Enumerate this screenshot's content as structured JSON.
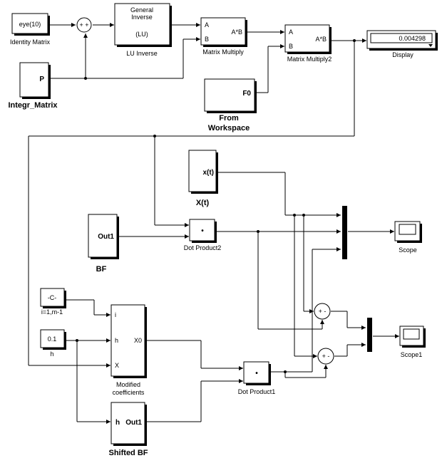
{
  "blocks": {
    "identity": {
      "content": "eye(10)",
      "label": "Identity Matrix"
    },
    "integr": {
      "content": "P",
      "label": "Integr_Matrix"
    },
    "sum1": {
      "signs": "+ +"
    },
    "lu": {
      "line1": "General",
      "line2": "Inverse",
      "line3": "(LU)",
      "label": "LU Inverse"
    },
    "mm1": {
      "in_a": "A",
      "in_b": "B",
      "op": "A*B",
      "label": "Matrix Multiply"
    },
    "mm2": {
      "in_a": "A",
      "in_b": "B",
      "op": "A*B",
      "label": "Matrix Multiply2"
    },
    "display": {
      "value": "0.004298",
      "label": "Display"
    },
    "fromws": {
      "content": "F0",
      "label_line1": "From",
      "label_line2": "Workspace"
    },
    "xt": {
      "content": "x(t)",
      "label": "X(t)"
    },
    "bf": {
      "content": "Out1",
      "label": "BF"
    },
    "dot2": {
      "op": "•",
      "label": "Dot Product2"
    },
    "scope": {
      "label": "Scope"
    },
    "const_c": {
      "content": "-C-",
      "label": "i=1,m-1"
    },
    "const_h": {
      "content": "0.1",
      "label": "h"
    },
    "modcoef": {
      "in_i": "i",
      "in_h": "h",
      "in_x": "X",
      "out": "X0",
      "label_line1": "Modified",
      "label_line2": "coefficients"
    },
    "shifted": {
      "content_h": "h",
      "content_out": "Out1",
      "label": "Shifted BF"
    },
    "dot1": {
      "op": "•",
      "label": "Dot Product1"
    },
    "sum2": {
      "signs": "+ -"
    },
    "sum3": {
      "signs": "+ -"
    },
    "scope1": {
      "label": "Scope1"
    }
  }
}
